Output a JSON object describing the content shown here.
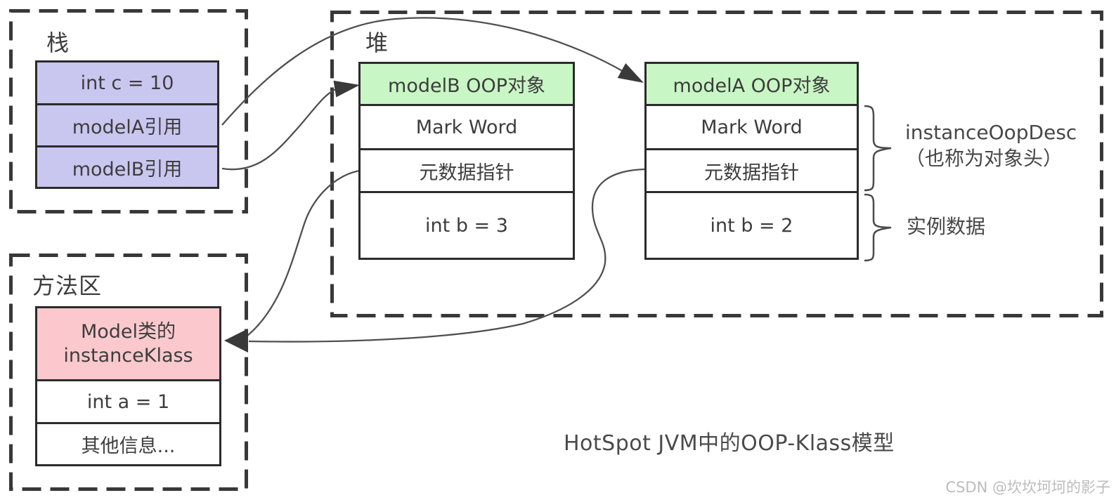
{
  "stack": {
    "label": "栈",
    "cells": [
      "int c = 10",
      "modelA引用",
      "modelB引用"
    ]
  },
  "method_area": {
    "label": "方法区",
    "klass_lines": [
      "Model类的",
      "instanceKlass"
    ],
    "cells": [
      "int a = 1",
      "其他信息..."
    ]
  },
  "heap": {
    "label": "堆",
    "objects": [
      {
        "header": "modelB OOP对象",
        "rows": [
          "Mark Word",
          "元数据指针",
          "int b = 3"
        ]
      },
      {
        "header": "modelA OOP对象",
        "rows": [
          "Mark Word",
          "元数据指针",
          "int b = 2"
        ]
      }
    ]
  },
  "annotations": {
    "oop_desc_lines": [
      "instanceOopDesc",
      "（也称为对象头）"
    ],
    "instance_data": "实例数据"
  },
  "caption": "HotSpot JVM中的OOP-Klass模型",
  "watermark": "CSDN @坎坎坷坷的影子",
  "colors": {
    "stack_cell_bg": "#c9c7f0",
    "oop_header_bg": "#c9f6c5",
    "klass_header_bg": "#fac8cd",
    "dashed_box_border": "#383838",
    "table_border": "#2b2b2b",
    "arrow": "#4f4f4f",
    "text": "#3d3d3d",
    "watermark_text": "#bcbcbc"
  }
}
